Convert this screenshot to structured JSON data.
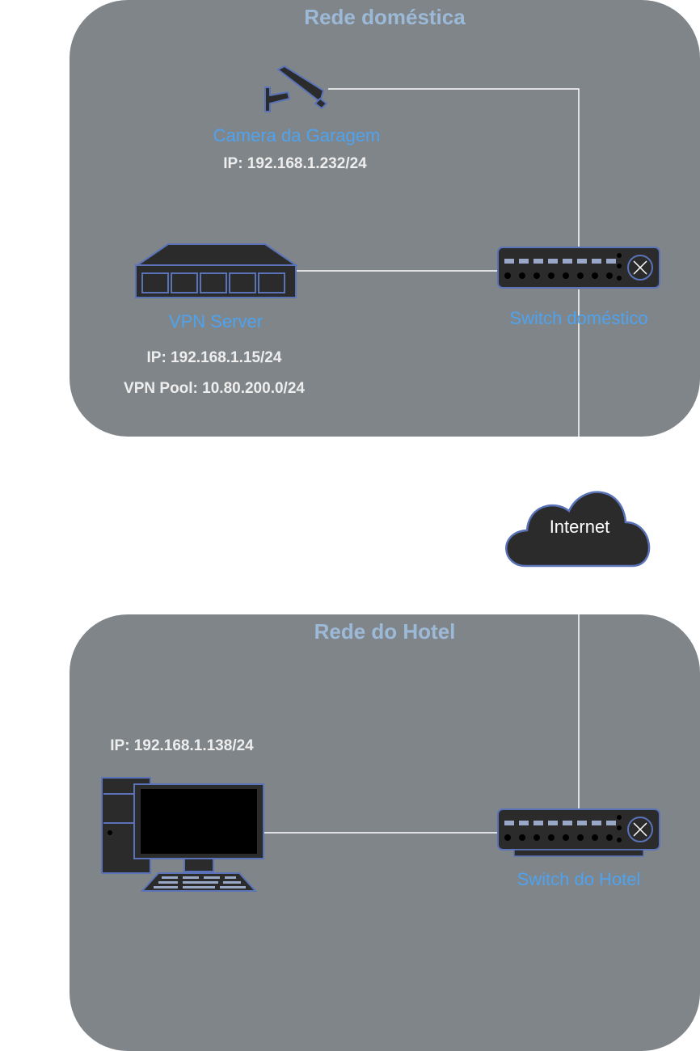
{
  "zones": {
    "home": {
      "title": "Rede doméstica"
    },
    "hotel": {
      "title": "Rede do Hotel"
    }
  },
  "devices": {
    "camera": {
      "label": "Camera da Garagem",
      "ip": "IP: 192.168.1.232/24"
    },
    "vpn_server": {
      "label": "VPN Server",
      "ip": "IP: 192.168.1.15/24",
      "pool": "VPN Pool: 10.80.200.0/24"
    },
    "home_switch": {
      "label": "Switch doméstico"
    },
    "internet": {
      "label": "Internet"
    },
    "hotel_pc": {
      "ip": "IP: 192.168.1.138/24"
    },
    "hotel_switch": {
      "label": "Switch do Hotel"
    }
  },
  "colors": {
    "zone_fill": "#808589",
    "device_fill": "#2b2b2b",
    "device_stroke": "#5a73b8",
    "link": "#ffffff",
    "label_blue": "#4da3f0"
  },
  "icons": [
    "security-camera-icon",
    "rack-server-icon",
    "network-switch-icon",
    "cloud-icon",
    "desktop-computer-icon"
  ]
}
